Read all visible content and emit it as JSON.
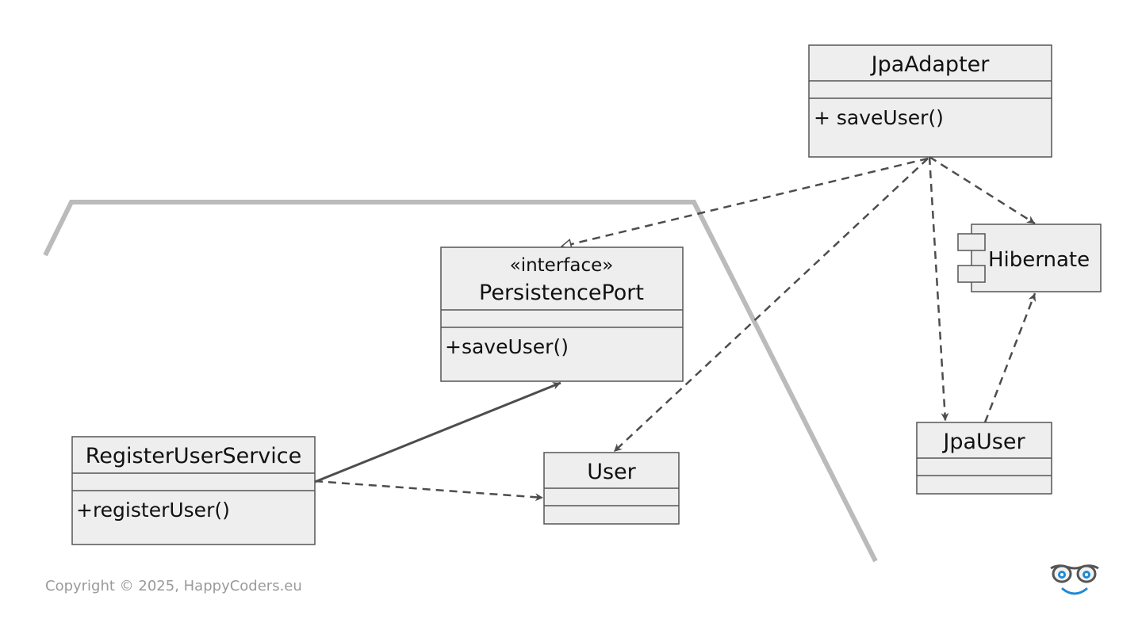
{
  "colors": {
    "box_fill": "#eeeeee",
    "box_stroke": "#555555",
    "boundary": "#bbbbbb",
    "arrow": "#4d4d4d",
    "footer_text": "#9a9a9a",
    "logo_blue": "#1e8ad6"
  },
  "classes": {
    "jpa_adapter": {
      "name": "JpaAdapter",
      "method": "+ saveUser()"
    },
    "persistence_port": {
      "stereotype": "«interface»",
      "name": "PersistencePort",
      "method": "+saveUser()"
    },
    "register_user_service": {
      "name": "RegisterUserService",
      "method": "+registerUser()"
    },
    "user": {
      "name": "User"
    },
    "jpa_user": {
      "name": "JpaUser"
    }
  },
  "components": {
    "hibernate": {
      "name": "Hibernate"
    }
  },
  "footer": {
    "copyright": "Copyright © 2025, HappyCoders.eu"
  },
  "logo": {
    "icon": "glasses-smiley-icon"
  }
}
